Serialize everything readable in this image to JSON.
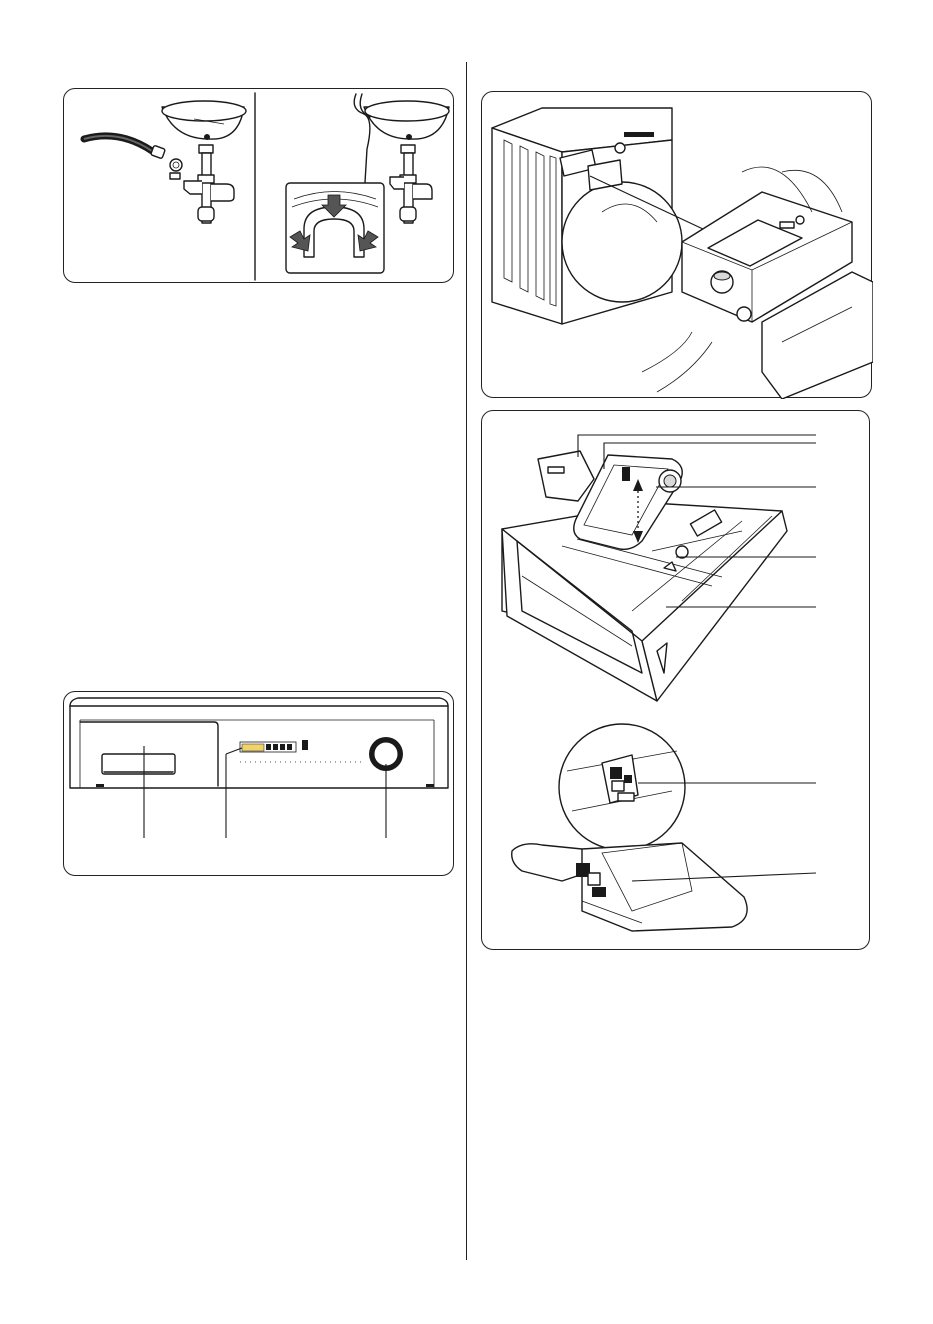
{
  "page": {
    "figures": [
      {
        "id": "drain-hose-connection",
        "icons": [
          "siphon-icon",
          "hose-clip-icon",
          "hose-hook-icon"
        ]
      },
      {
        "id": "control-panel-overview",
        "icons": [
          "detergent-drawer-icon",
          "display-icon",
          "program-knob-icon"
        ],
        "callouts": 3
      },
      {
        "id": "detergent-drawer-pull",
        "icons": [
          "washing-machine-icon",
          "drawer-icon"
        ]
      },
      {
        "id": "detergent-drawer-parts",
        "icons": [
          "liquid-container-icon",
          "siphon-cap-icon",
          "compartment-icon"
        ],
        "callouts": 7
      }
    ]
  }
}
